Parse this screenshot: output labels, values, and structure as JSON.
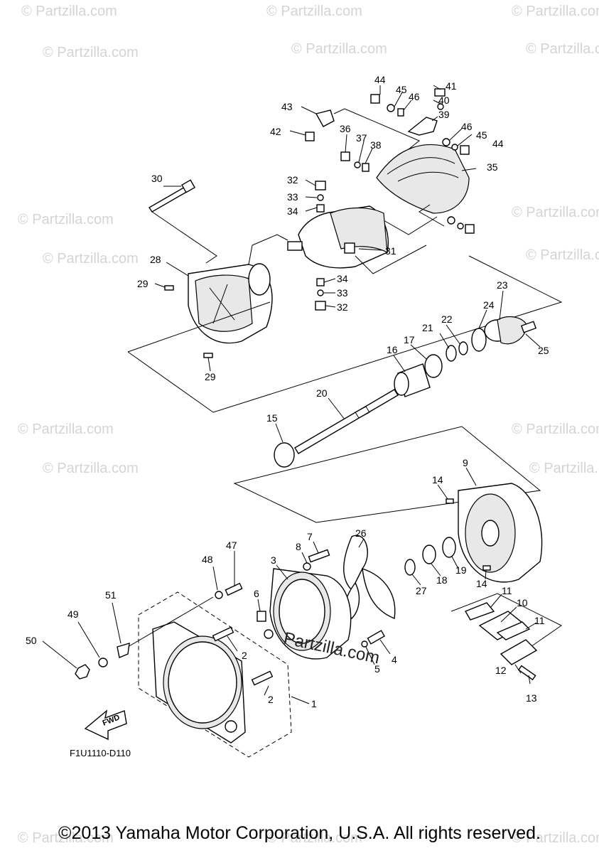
{
  "watermark": "© Partzilla.com",
  "watermark_center": "Partzilla.com",
  "diagram_code": "F1U1110-D110",
  "fwd_label": "FWD",
  "copyright": "©2013 Yamaha Motor Corporation, U.S.A. All rights reserved.",
  "callouts": [
    "44",
    "45",
    "46",
    "41",
    "40",
    "39",
    "43",
    "42",
    "36",
    "37",
    "38",
    "46",
    "45",
    "44",
    "35",
    "30",
    "32",
    "33",
    "34",
    "31",
    "28",
    "29",
    "34",
    "33",
    "32",
    "23",
    "24",
    "22",
    "21",
    "17",
    "16",
    "25",
    "29",
    "20",
    "15",
    "9",
    "14",
    "7",
    "8",
    "3",
    "26",
    "48",
    "47",
    "6",
    "19",
    "18",
    "27",
    "14",
    "11",
    "10",
    "51",
    "49",
    "50",
    "2",
    "4",
    "5",
    "11",
    "12",
    "13",
    "2",
    "1"
  ]
}
